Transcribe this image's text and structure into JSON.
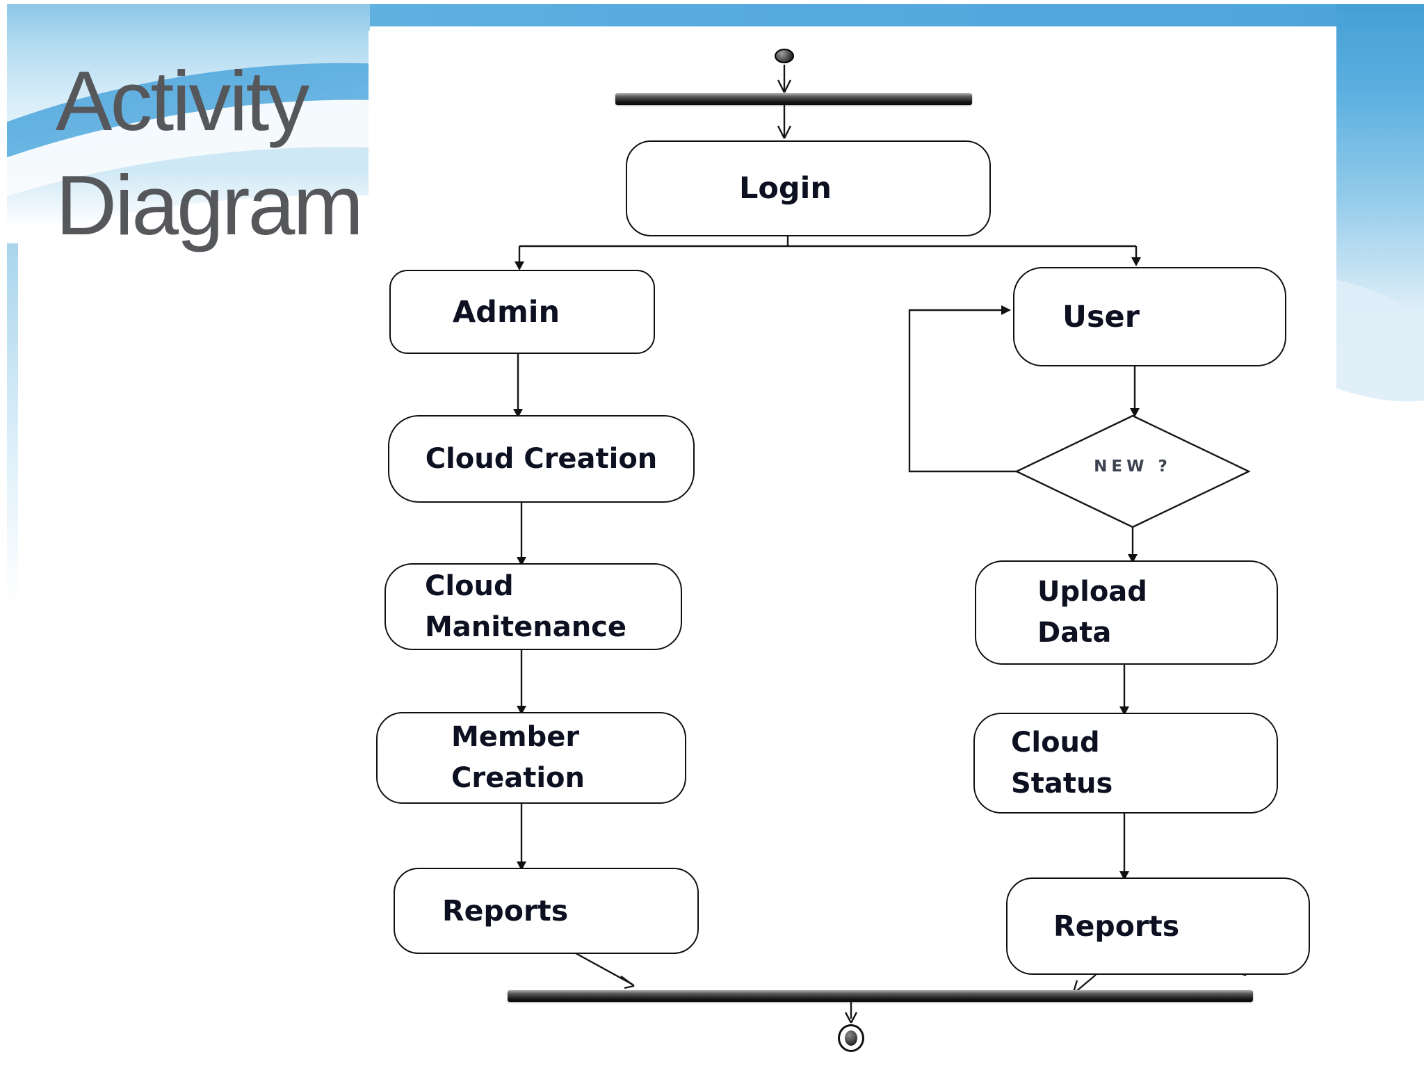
{
  "slide": {
    "title_line1": "Activity",
    "title_line2": "Diagram"
  },
  "diagram": {
    "nodes": {
      "login": {
        "label": "Login"
      },
      "admin": {
        "label": "Admin"
      },
      "user": {
        "label": "User"
      },
      "cloud_creation": {
        "label": "Cloud Creation"
      },
      "cloud_manitenance": {
        "line1": "Cloud",
        "line2": "Manitenance"
      },
      "member_creation": {
        "line1": "Member",
        "line2": "Creation"
      },
      "reports_admin": {
        "label": "Reports"
      },
      "upload_data": {
        "line1": "Upload",
        "line2": "Data"
      },
      "cloud_status": {
        "line1": "Cloud",
        "line2": "Status"
      },
      "reports_user": {
        "label": "Reports"
      }
    },
    "decision": {
      "label": "NEW ?"
    },
    "icons": {
      "start": "initial-node-dot",
      "end": "final-node-ring-dot",
      "fork": "fork-bar",
      "join": "join-bar"
    }
  },
  "colors": {
    "top_bar_blue": "#55aadf",
    "right_band_blue": "#459fd6",
    "wave_blue": "#8ec7e8",
    "title_gray": "#56575a",
    "node_border": "#101010",
    "node_text": "#0d1020",
    "decision_text": "#3c4250",
    "bar_dark": "#1d1d1d",
    "panel_white": "#ffffff"
  }
}
